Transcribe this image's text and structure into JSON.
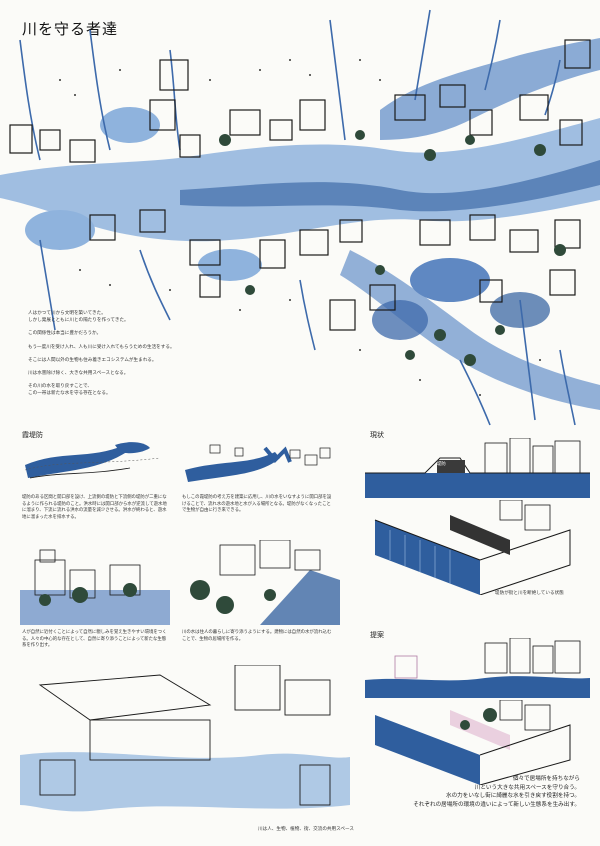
{
  "title": "川を守る者達",
  "intro": {
    "paragraphs": [
      "人はかつて川から文明を築いてきた。\nしかし発展とともに川との隔たりを作ってきた。",
      "この関係性は本当に豊かだろうか。",
      "もう一度川を受け入れ、人も川に受け入れてもらうための生活をする。",
      "そこには人間以外の生物も住み着きエコシステムが生まれる。",
      "川は水害除け除く、大きな共用スペースとなる。",
      "その川の水を取り戻すことで、\nこの一帯は新たな水を守る存在となる。"
    ]
  },
  "sections": {
    "levee": {
      "heading": "霞堤防",
      "text_left": "堤防のある区間と開口部を設け、上流側の堤防と下流側の堤防が二重になるように作られる堤防のこと。洪水時には開口部から水が逆流して遊水地に溜まり、下流に流れる洪水の流量を減少させる。洪水が終わると、遊水地に溜まった水を排水する。",
      "text_right": "もしこの霞堤防の考え方を建築に応用し、川の水をいなすように開口部を設けることで、流れ水の遊水地と水が入る場所となる。堤防がなくなったことで生物が自由に行き来できる。"
    },
    "current": {
      "heading": "現状",
      "levee_label": "堤防",
      "caption": "堤防が街と川を断絶している状態"
    },
    "proposal": {
      "heading": "提案",
      "text": "個々で居場所を持ちながら\n川という大きな共用スペースを守り合う。\n水の力をいなし街に綺麗な水を引き戻す役割を持つ。\nそれぞれの居場所の環境の違いによって新しい生態系を生み出す。"
    },
    "mid": {
      "text_left": "人が自然に近付くことによって自然に親しみを覚え生きやすい環境をつくる。人々の中心的な存在として、自然に寄り添うことによって新たな生態系を作り出す。",
      "text_right": "川の水は住人の暮らしに寄り添うようにする。建物には自然の水が流れ込むことで、生物の居場所を作る。"
    },
    "bottom_caption": "川は人、生物、植物、街、交流の共用スペース"
  },
  "colors": {
    "river": "#8fb3dd",
    "river_dark": "#2f5e9e",
    "ink": "#1a1a1a",
    "tree": "#2f4a3a",
    "pink": "#e6c6d8"
  }
}
